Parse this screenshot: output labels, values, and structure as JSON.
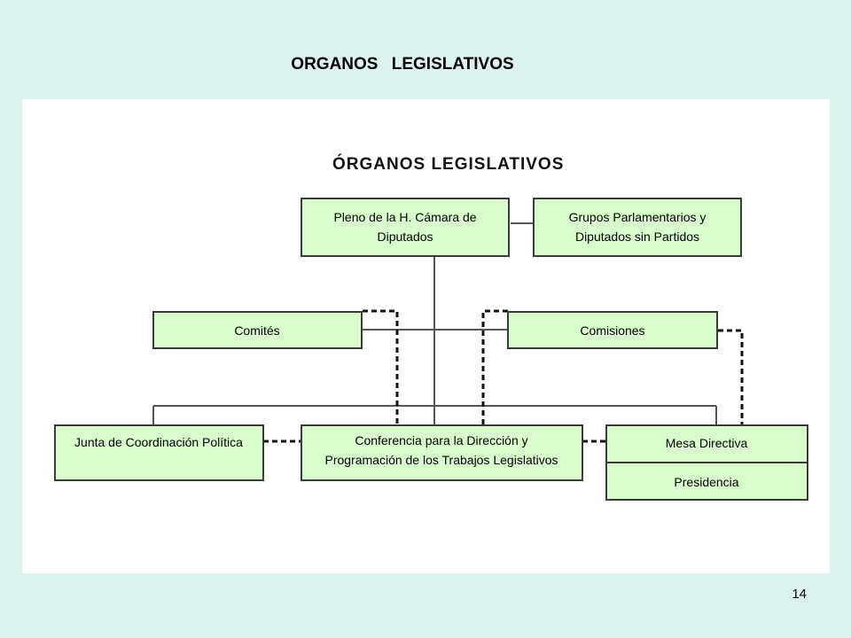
{
  "slide": {
    "title": "ORGANOS   LEGISLATIVOS",
    "page_number": "14"
  },
  "diagram": {
    "heading": "ÓRGANOS LEGISLATIVOS",
    "boxes": {
      "pleno": [
        "Pleno de la H. Cámara de",
        "Diputados"
      ],
      "grupos": [
        "Grupos Parlamentarios y",
        "Diputados sin Partidos"
      ],
      "comites": [
        "Comités"
      ],
      "comisiones": [
        "Comisiones"
      ],
      "junta": [
        "Junta de Coordinación Política"
      ],
      "conferencia": [
        "Conferencia para la Dirección y",
        "Programación de los Trabajos Legislativos"
      ],
      "mesa": [
        "Mesa Directiva"
      ],
      "presidencia": [
        "Presidencia"
      ]
    }
  }
}
